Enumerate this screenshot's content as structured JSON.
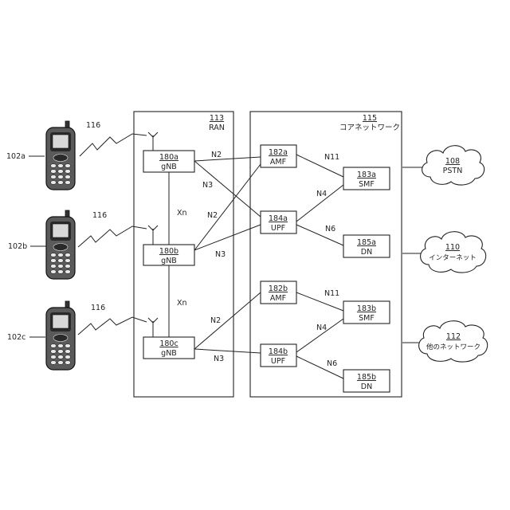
{
  "ran": {
    "ref": "113",
    "label": "RAN"
  },
  "core": {
    "ref": "115",
    "label": "コアネットワーク"
  },
  "devices": [
    {
      "ref": "102a",
      "link": "116"
    },
    {
      "ref": "102b",
      "link": "116"
    },
    {
      "ref": "102c",
      "link": "116"
    }
  ],
  "gnbs": [
    {
      "ref": "180a",
      "label": "gNB"
    },
    {
      "ref": "180b",
      "label": "gNB"
    },
    {
      "ref": "180c",
      "label": "gNB"
    }
  ],
  "amfs": [
    {
      "ref": "182a",
      "label": "AMF"
    },
    {
      "ref": "182b",
      "label": "AMF"
    }
  ],
  "upfs": [
    {
      "ref": "184a",
      "label": "UPF"
    },
    {
      "ref": "184b",
      "label": "UPF"
    }
  ],
  "smfs": [
    {
      "ref": "183a",
      "label": "SMF"
    },
    {
      "ref": "183b",
      "label": "SMF"
    }
  ],
  "dns": [
    {
      "ref": "185a",
      "label": "DN"
    },
    {
      "ref": "185b",
      "label": "DN"
    }
  ],
  "clouds": [
    {
      "ref": "108",
      "label": "PSTN"
    },
    {
      "ref": "110",
      "label": "インターネット"
    },
    {
      "ref": "112",
      "label": "他のネットワーク"
    }
  ],
  "interfaces": {
    "xn_1": "Xn",
    "xn_2": "Xn",
    "n2_a1": "N2",
    "n3_a1": "N3",
    "n2_b1": "N2",
    "n3_b1": "N3",
    "n2_c": "N2",
    "n3_c": "N3",
    "n11_a": "N11",
    "n4_a": "N4",
    "n6_a": "N6",
    "n11_b": "N11",
    "n4_b": "N4",
    "n6_b": "N6"
  },
  "colors": {
    "line": "#222222",
    "background": "#ffffff"
  }
}
